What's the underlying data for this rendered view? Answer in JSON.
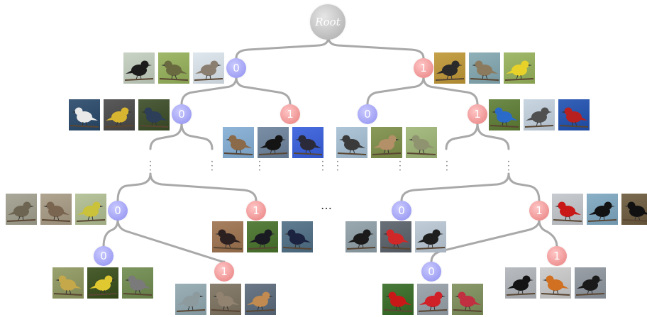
{
  "root_label": "Root",
  "node_labels": {
    "n0": "0",
    "n1": "1",
    "n00": "0",
    "n01": "1",
    "n10": "0",
    "n11": "1",
    "nL": "0",
    "nL1": "1",
    "nLL": "0",
    "nLL1": "1",
    "nR": "0",
    "nR1": "1",
    "nRR": "0",
    "nRR1": "1"
  },
  "ellipsis": "…",
  "colors": {
    "zero_node": "#9a9af2",
    "one_node": "#ee8a8a",
    "root_node": "#b8b8b8",
    "edge": "#a9a9a9"
  },
  "images": {
    "n0": [
      "blackbird",
      "flycatcher",
      "waxwing"
    ],
    "n1": [
      "duck",
      "thrasher",
      "warbler-yellow"
    ],
    "n00": [
      "grebe",
      "goldfinch",
      "swallow"
    ],
    "n01": [
      "sparrow",
      "crow",
      "shearwater"
    ],
    "n10": [
      "kingbird",
      "cedar-waxwing",
      "vireo"
    ],
    "n11": [
      "bunting-blue",
      "grebe-horned",
      "woodpecker-red-headed"
    ],
    "nL": [
      "sparrow-brown",
      "sparrow-streaked",
      "kinglet"
    ],
    "nL1": [
      "woodpecker",
      "raven",
      "grackle"
    ],
    "nLL": [
      "warbler-pine",
      "warbler-yellowthroat",
      "chickadee"
    ],
    "nLL1": [
      "catbird",
      "sparrow-ground",
      "sparrow-rufous"
    ],
    "nR": [
      "auklet",
      "auklet-crested",
      "guillemot"
    ],
    "nR1": [
      "grosbeak",
      "woodpecker-black",
      "woodpecker-pileated"
    ],
    "nRR": [
      "grosbeak-rose",
      "grosbeak-breasted",
      "grosbeak-dark"
    ],
    "nRR1": [
      "auklet-parakeet",
      "auklet-tufted",
      "puffin"
    ]
  }
}
